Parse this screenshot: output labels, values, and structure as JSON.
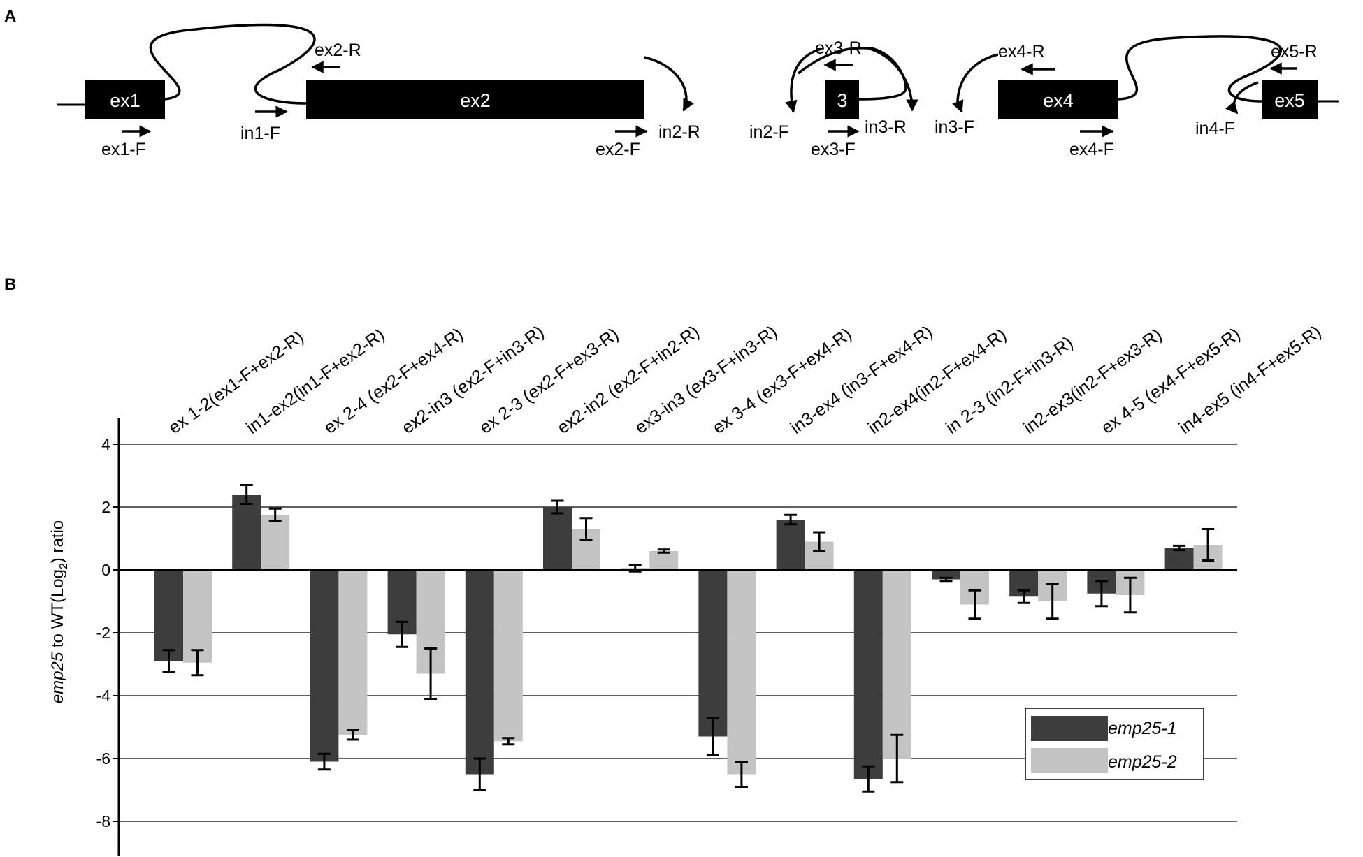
{
  "panels": {
    "a": "A",
    "b": "B"
  },
  "gene_model": {
    "exons": [
      {
        "label": "ex1"
      },
      {
        "label": "ex2"
      },
      {
        "label": "3"
      },
      {
        "label": "ex4"
      },
      {
        "label": "ex5"
      }
    ],
    "primers": [
      "ex1-F",
      "in1-F",
      "ex2-R",
      "ex2-F",
      "in2-R",
      "ex3-R",
      "in2-F",
      "ex3-F",
      "in3-R",
      "ex4-R",
      "in3-F",
      "ex4-F",
      "ex5-R",
      "in4-F"
    ]
  },
  "chart_data": {
    "type": "bar",
    "categories": [
      "ex 1-2(ex1-F+ex2-R)",
      "in1-ex2(in1-F+ex2-R)",
      "ex 2-4 (ex2-F+ex4-R)",
      "ex2-in3 (ex2-F+in3-R)",
      "ex 2-3 (ex2-F+ex3-R)",
      "ex2-in2 (ex2-F+in2-R)",
      "ex3-in3 (ex3-F+in3-R)",
      "ex 3-4 (ex3-F+ex4-R)",
      "in3-ex4 (in3-F+ex4-R)",
      "in2-ex4(in2-F+ex4-R)",
      "in 2-3 (in2-F+in3-R)",
      "in2-ex3(in2-F+ex3-R)",
      "ex 4-5 (ex4-F+ex5-R)",
      "in4-ex5 (in4-F+ex5-R)"
    ],
    "series": [
      {
        "name": "emp25-1",
        "color": "#3d3d3d",
        "values": [
          -2.9,
          2.4,
          -6.1,
          -2.05,
          -6.5,
          2.0,
          0.05,
          -5.3,
          1.6,
          -6.65,
          -0.3,
          -0.85,
          -0.75,
          0.7
        ],
        "errors": [
          0.35,
          0.3,
          0.25,
          0.4,
          0.5,
          0.2,
          0.1,
          0.6,
          0.15,
          0.4,
          0.05,
          0.2,
          0.4,
          0.07
        ]
      },
      {
        "name": "emp25-2",
        "color": "#c4c4c4",
        "values": [
          -2.95,
          1.75,
          -5.25,
          -3.3,
          -5.45,
          1.3,
          0.6,
          -6.5,
          0.9,
          -6.0,
          -1.1,
          -1.0,
          -0.8,
          0.8
        ],
        "errors": [
          0.4,
          0.2,
          0.15,
          0.8,
          0.1,
          0.35,
          0.05,
          0.4,
          0.3,
          0.75,
          0.45,
          0.55,
          0.55,
          0.5
        ]
      }
    ],
    "yticks": [
      "4",
      "2",
      "0",
      "-2",
      "-4",
      "-6",
      "-8"
    ],
    "ylim": [
      -9,
      5
    ],
    "ylabel": {
      "italic": "emp25",
      "rest": " to WT(Log",
      "sub": "2",
      "end": ")  ratio"
    },
    "grid": true,
    "legend": {
      "position": "bottom-right"
    }
  }
}
